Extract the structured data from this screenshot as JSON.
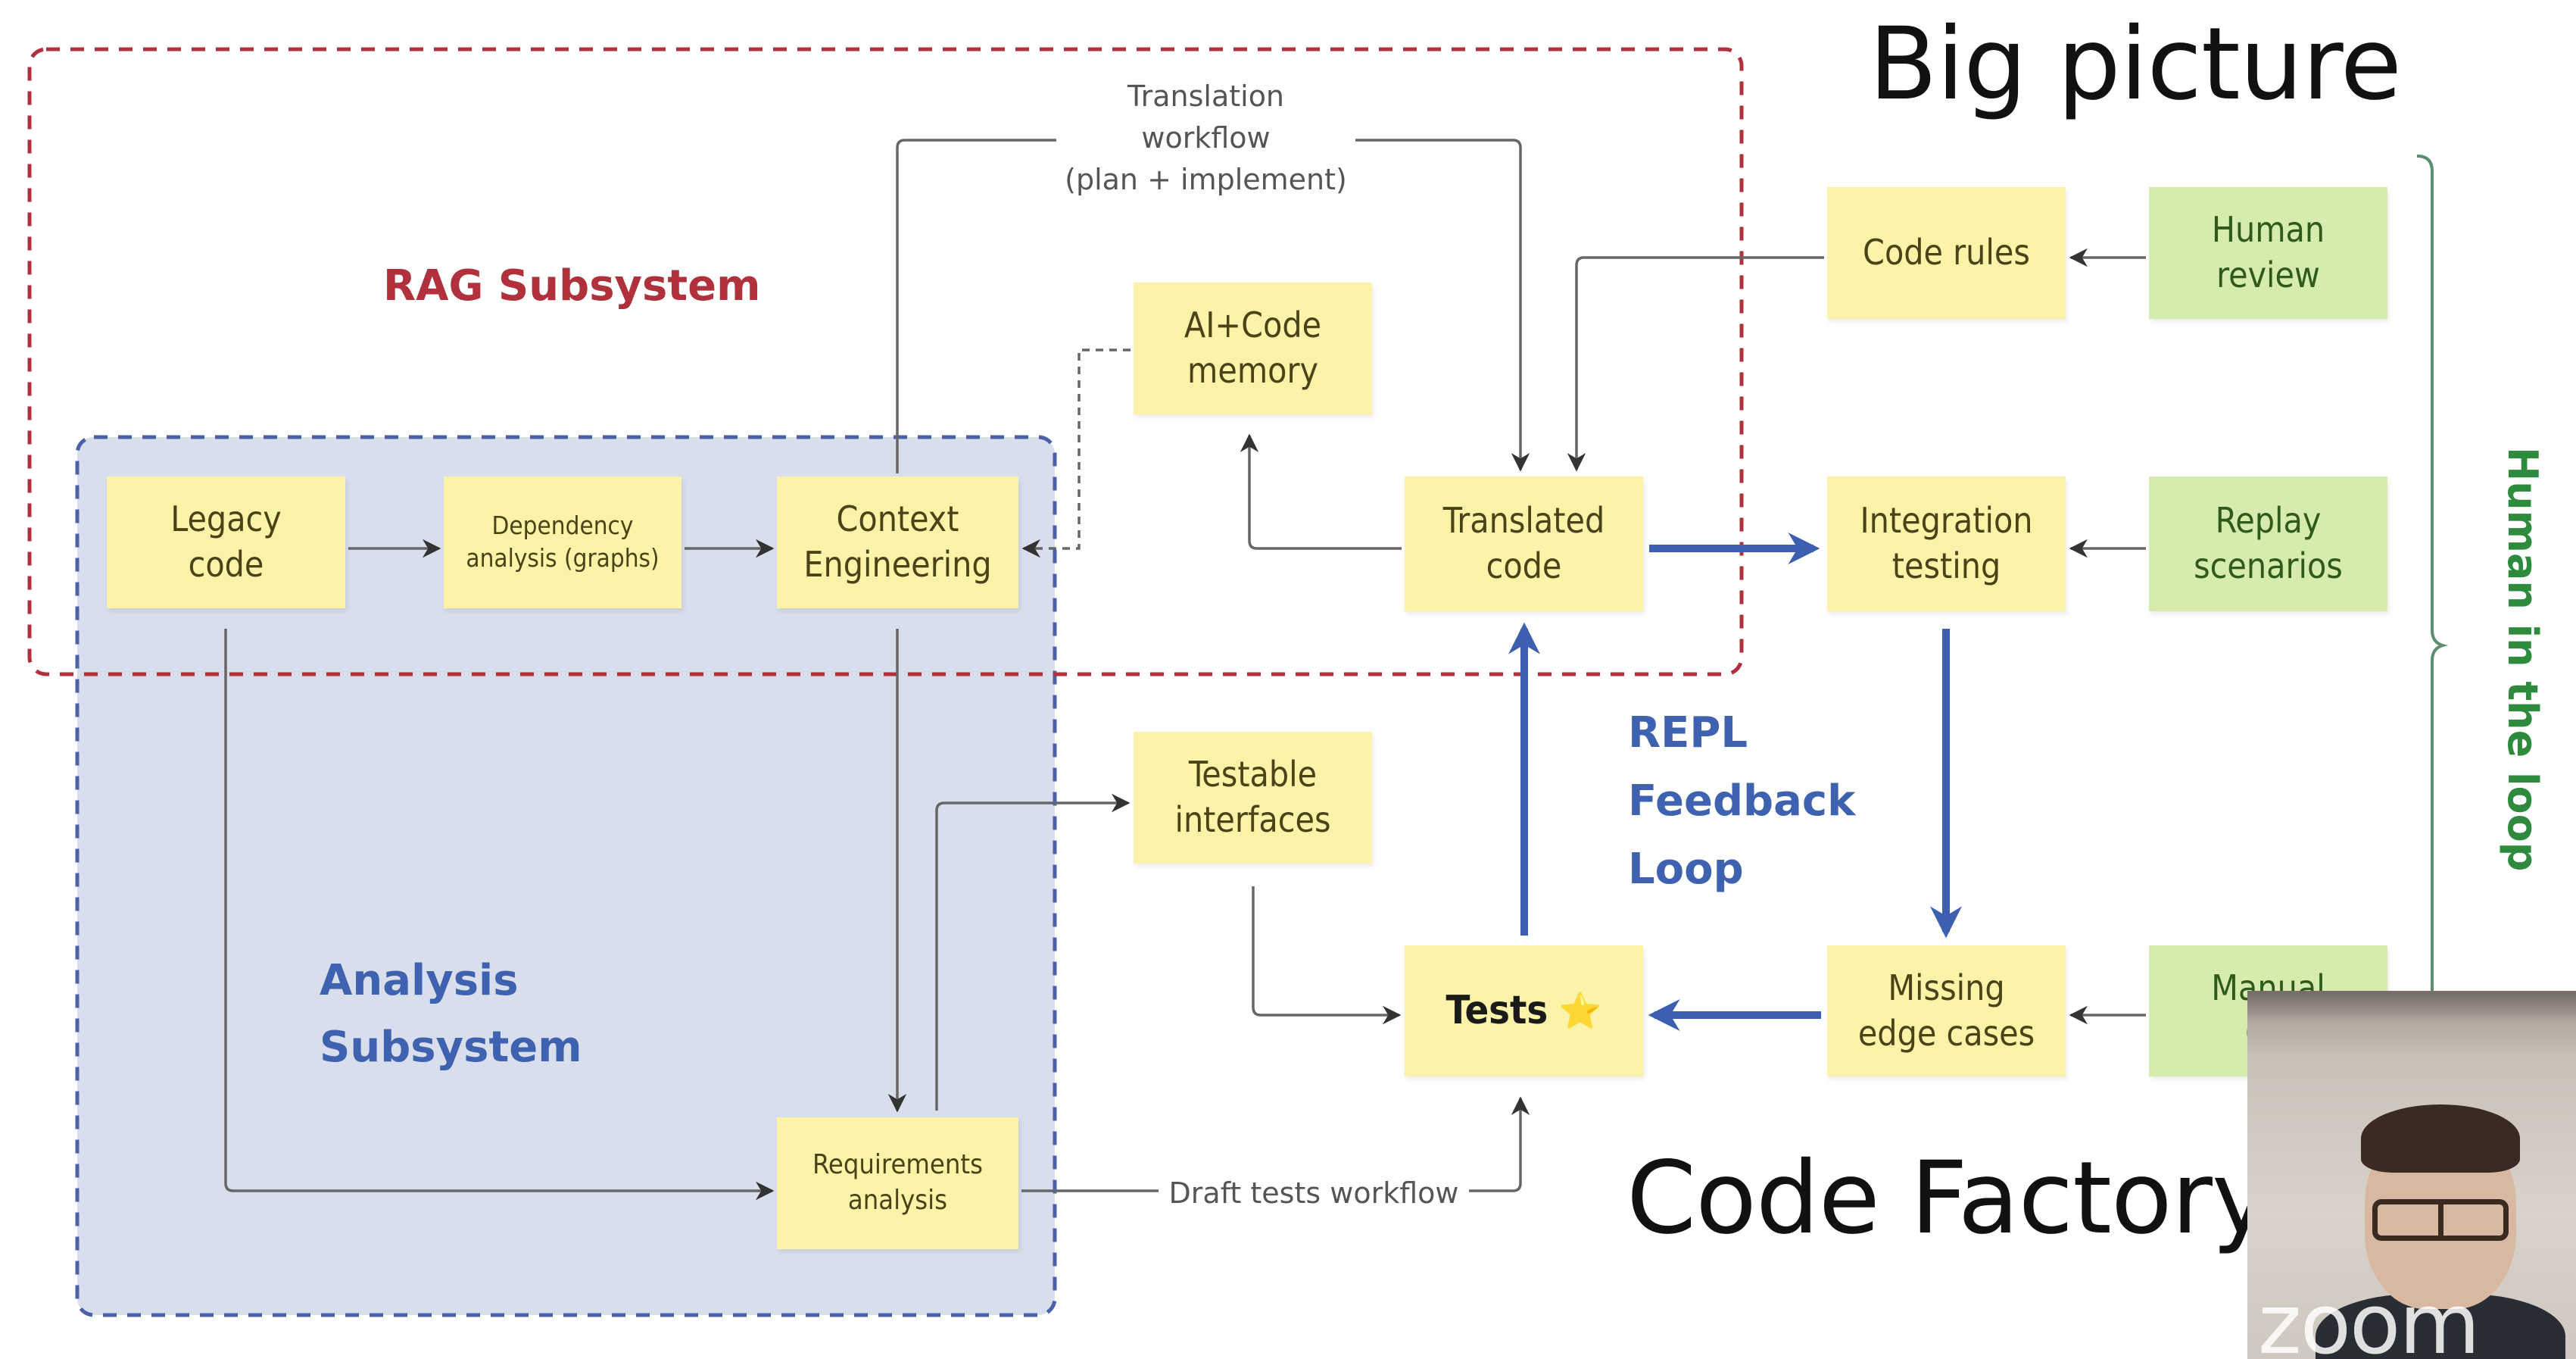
{
  "slide": {
    "title": "Big picture",
    "subtitle": "Code Factory",
    "colors": {
      "rag_border": "#b0303c",
      "rag_label": "#b0303c",
      "analysis_border": "#4a63a8",
      "analysis_fill": "#d8deeb",
      "analysis_label": "#3f62b0",
      "repl_label": "#3f62b0",
      "blue_arrow": "#3d5fb0",
      "gray_arrow": "#666666",
      "yellow_node": "#fbf3a8",
      "green_node": "#d6ebae",
      "human_loop": "#2e8b3e"
    }
  },
  "regions": {
    "rag": {
      "label": "RAG Subsystem"
    },
    "analysis": {
      "label_line1": "Analysis",
      "label_line2": "Subsystem"
    },
    "repl": {
      "line1": "REPL",
      "line2": "Feedback",
      "line3": "Loop"
    },
    "human_loop": {
      "label": "Human in the loop"
    }
  },
  "nodes": {
    "legacy_code": {
      "label": "Legacy\ncode",
      "color": "yellow"
    },
    "dependency_analysis": {
      "label": "Dependency\nanalysis (graphs)",
      "color": "yellow"
    },
    "context_engineering": {
      "label": "Context\nEngineering",
      "color": "yellow"
    },
    "ai_code_memory": {
      "label": "AI+Code\nmemory",
      "color": "yellow"
    },
    "translated_code": {
      "label": "Translated\ncode",
      "color": "yellow"
    },
    "code_rules": {
      "label": "Code rules",
      "color": "yellow"
    },
    "human_review": {
      "label": "Human\nreview",
      "color": "green"
    },
    "integration_testing": {
      "label": "Integration\ntesting",
      "color": "yellow"
    },
    "replay_scenarios": {
      "label": "Replay\nscenarios",
      "color": "green"
    },
    "testable_interfaces": {
      "label": "Testable\ninterfaces",
      "color": "yellow"
    },
    "tests": {
      "label": "Tests",
      "icon": "star-icon",
      "icon_glyph": "⭐",
      "color": "yellow"
    },
    "missing_edge_cases": {
      "label": "Missing\nedge cases",
      "color": "yellow"
    },
    "manual_qa": {
      "label": "Manual\nQA",
      "color": "green"
    },
    "requirements_analysis": {
      "label": "Requirements\nanalysis",
      "color": "yellow"
    }
  },
  "edges": [
    {
      "from": "legacy_code",
      "to": "dependency_analysis",
      "style": "solid-gray"
    },
    {
      "from": "dependency_analysis",
      "to": "context_engineering",
      "style": "solid-gray"
    },
    {
      "from": "context_engineering",
      "to": "translated_code",
      "style": "solid-gray",
      "label": "Translation\nworkflow\n(plan + implement)"
    },
    {
      "from": "ai_code_memory",
      "to": "context_engineering",
      "style": "dashed-gray"
    },
    {
      "from": "translated_code",
      "to": "ai_code_memory",
      "style": "solid-gray"
    },
    {
      "from": "code_rules",
      "to": "translated_code",
      "style": "solid-gray"
    },
    {
      "from": "human_review",
      "to": "code_rules",
      "style": "solid-gray"
    },
    {
      "from": "translated_code",
      "to": "integration_testing",
      "style": "bold-blue"
    },
    {
      "from": "replay_scenarios",
      "to": "integration_testing",
      "style": "solid-gray"
    },
    {
      "from": "integration_testing",
      "to": "missing_edge_cases",
      "style": "bold-blue"
    },
    {
      "from": "manual_qa",
      "to": "missing_edge_cases",
      "style": "solid-gray"
    },
    {
      "from": "missing_edge_cases",
      "to": "tests",
      "style": "bold-blue"
    },
    {
      "from": "tests",
      "to": "translated_code",
      "style": "bold-blue"
    },
    {
      "from": "context_engineering",
      "to": "requirements_analysis",
      "style": "solid-gray"
    },
    {
      "from": "requirements_analysis",
      "to": "testable_interfaces",
      "style": "solid-gray"
    },
    {
      "from": "testable_interfaces",
      "to": "tests",
      "style": "solid-gray"
    },
    {
      "from": "legacy_code",
      "to": "requirements_analysis",
      "style": "solid-gray"
    },
    {
      "from": "requirements_analysis",
      "to": "tests",
      "style": "solid-gray",
      "label": "Draft tests workflow"
    }
  ],
  "video_overlay": {
    "watermark": "zoom"
  }
}
